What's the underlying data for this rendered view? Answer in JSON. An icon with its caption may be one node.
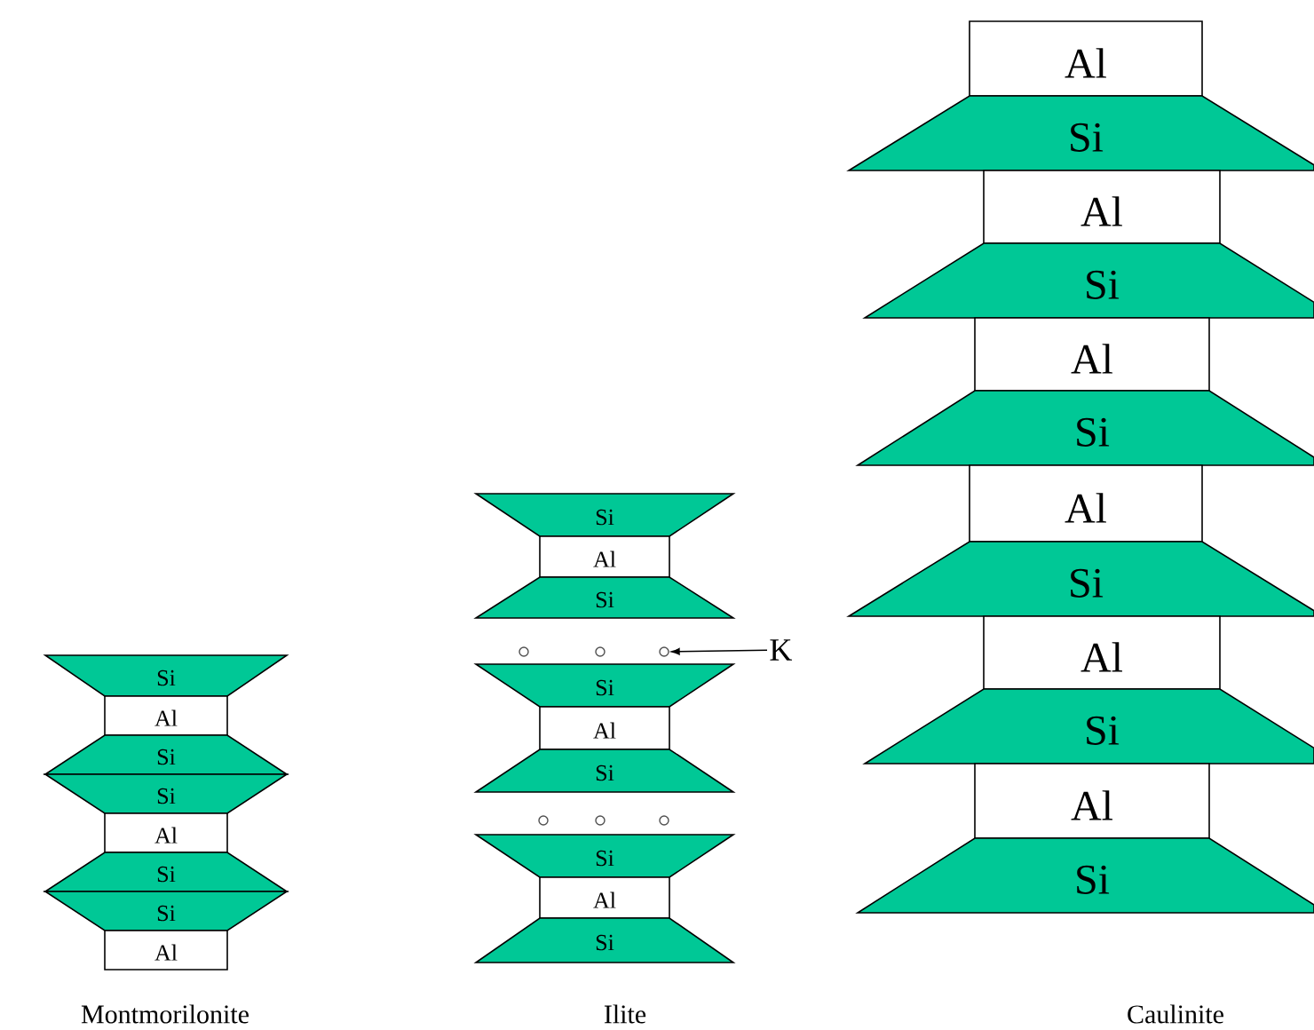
{
  "diagram": {
    "nodes": [
      {
        "text": [
          "Si"
        ]
      },
      {
        "text": [
          "Al"
        ]
      },
      {
        "text": [
          "Si"
        ]
      },
      {
        "text": [
          "Si"
        ]
      },
      {
        "text": [
          "Al"
        ]
      },
      {
        "text": [
          "Si"
        ]
      },
      {
        "text": [
          "Si"
        ]
      },
      {
        "text": [
          "Al"
        ]
      },
      {
        "text": [
          "Si"
        ]
      },
      {
        "text": [
          "Al"
        ]
      },
      {
        "text": [
          "Si"
        ]
      },
      {
        "text": [],
        "shape": "circle"
      },
      {
        "text": [],
        "shape": "circle"
      },
      {
        "text": [],
        "shape": "circle"
      },
      {
        "text": [
          "K"
        ]
      },
      {
        "text": [
          "Si"
        ]
      },
      {
        "text": [
          "Al"
        ]
      },
      {
        "text": [
          "Si"
        ]
      },
      {
        "text": [],
        "shape": "circle"
      },
      {
        "text": [],
        "shape": "circle"
      },
      {
        "text": [],
        "shape": "circle"
      },
      {
        "text": [
          "Si"
        ]
      },
      {
        "text": [
          "Al"
        ]
      },
      {
        "text": [
          "Si"
        ]
      },
      {
        "text": [
          "Al"
        ]
      },
      {
        "text": [
          "Si"
        ]
      },
      {
        "text": [
          "Al"
        ]
      },
      {
        "text": [
          "Si"
        ]
      },
      {
        "text": [
          "Al"
        ]
      },
      {
        "text": [
          "Si"
        ]
      },
      {
        "text": [
          "Al"
        ]
      },
      {
        "text": [
          "Si"
        ]
      },
      {
        "text": [
          "Al"
        ]
      },
      {
        "text": [
          "Si"
        ]
      },
      {
        "text": [
          "Al"
        ]
      },
      {
        "text": [
          "Si"
        ]
      }
    ],
    "edges": [
      {
        "from": 14,
        "to": 13,
        "arrow": "to"
      }
    ],
    "labels": [
      "Montmorilonite",
      "Ilite",
      "Caulinite"
    ]
  }
}
